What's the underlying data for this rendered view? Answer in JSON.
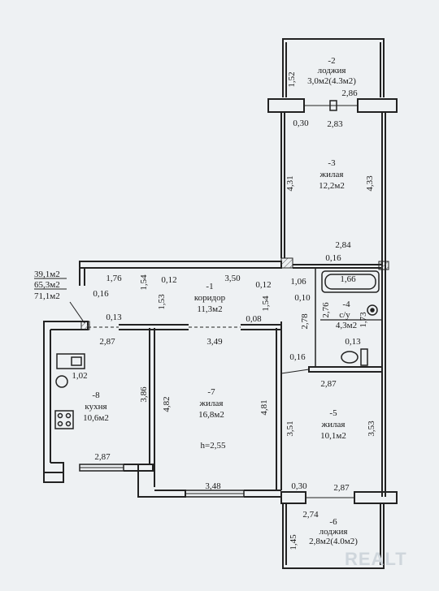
{
  "title": "",
  "rooms": {
    "loggia_top": {
      "num": "-2",
      "name": "лоджия",
      "area": "3,0м2(4.3м2)"
    },
    "living_3": {
      "num": "-3",
      "name": "жилая",
      "area": "12,2м2"
    },
    "corridor": {
      "num": "-1",
      "name": "коридор",
      "area": "11,3м2"
    },
    "bathroom": {
      "num": "-4",
      "name": "с/у",
      "area": "4,3м2"
    },
    "living_5": {
      "num": "-5",
      "name": "жилая",
      "area": "10,1м2"
    },
    "living_7": {
      "num": "-7",
      "name": "жилая",
      "area": "16,8м2",
      "height": "h=2,55"
    },
    "kitchen": {
      "num": "-8",
      "name": "кухня",
      "area": "10,6м2"
    },
    "loggia_bottom": {
      "num": "-6",
      "name": "лоджия",
      "area": "2,8м2(4.0м2)"
    }
  },
  "totals": {
    "living": "39,1м2",
    "useful": "65,3м2",
    "total": "71,1м2"
  },
  "dimensions": {
    "d152": "1,52",
    "d286a": "2,86",
    "d030a": "0,30",
    "d283": "2,83",
    "d431": "4,31",
    "d433": "4,33",
    "d284": "2,84",
    "d016a": "0,16",
    "d176": "1,76",
    "d154a": "1,54",
    "d012a": "0,12",
    "d350": "3,50",
    "d012b": "0,12",
    "d106": "1,06",
    "d166": "1,66",
    "d016b": "0,16",
    "d153": "1,53",
    "d154b": "1,54",
    "d010": "0,10",
    "d276": "2,76",
    "d278": "2,78",
    "d173": "1,73",
    "d013a": "0,13",
    "d013b": "0,13",
    "d287a": "2,87",
    "d349": "3,49",
    "d008": "0,08",
    "d016c": "0,16",
    "d287b": "2,87",
    "d102": "1,02",
    "d386": "3,86",
    "d482": "4,82",
    "d481": "4,81",
    "d351": "3,51",
    "d353": "3,53",
    "d287c": "2,87",
    "d348": "3,48",
    "d030b": "0,30",
    "d287d": "2,87",
    "d274": "2,74",
    "d145": "1,45"
  },
  "watermark": "REALT"
}
